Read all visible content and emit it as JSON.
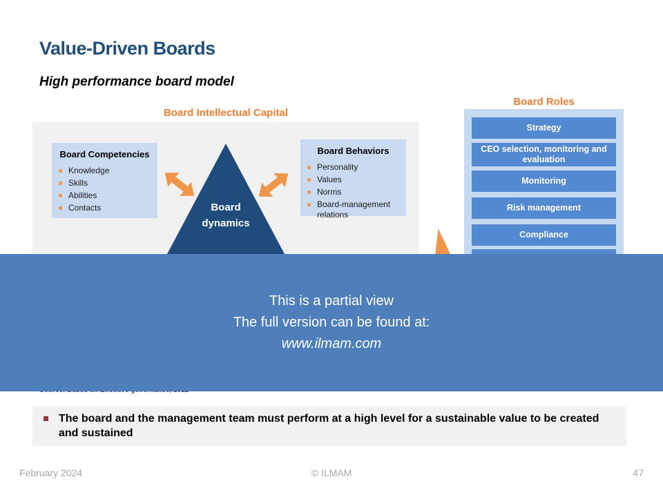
{
  "slide": {
    "title": "Value-Driven Boards",
    "subtitle": "High performance board model"
  },
  "intellectual_capital": {
    "heading": "Board Intellectual Capital",
    "competencies": {
      "title": "Board Competencies",
      "items": [
        "Knowledge",
        "Skills",
        "Abilities",
        "Contacts"
      ]
    },
    "dynamics": {
      "line1": "Board",
      "line2": "dynamics"
    },
    "behaviors": {
      "title": "Board Behaviors",
      "items": [
        "Personality",
        "Values",
        "Norms",
        "Board-management relations"
      ]
    }
  },
  "board_roles": {
    "heading": "Board Roles",
    "items": [
      "Strategy",
      "CEO selection, monitoring and evaluation",
      "Monitoring",
      "Risk management",
      "Compliance",
      ""
    ]
  },
  "overlay": {
    "line1": "This is a partial view",
    "line2": "The full version can be found at:",
    "line3": "www.ilmam.com"
  },
  "source": "Source: Based on Effective governance, 2012",
  "takeaway": "The board and the management team must perform at a high level for a sustainable value to be created and sustained",
  "footer": {
    "date": "February 2024",
    "copyright": "© ILMAM",
    "page": "47"
  },
  "colors": {
    "title_navy": "#1F4E79",
    "accent_orange": "#ED7D31",
    "arrow_orange": "#F0964A",
    "panel_light_blue": "#C9DAF1",
    "triangle_navy": "#1F4C7C",
    "role_button_blue": "#5289D0",
    "overlay_blue": "#4E7FBA",
    "takeaway_bullet_red": "#953735"
  }
}
